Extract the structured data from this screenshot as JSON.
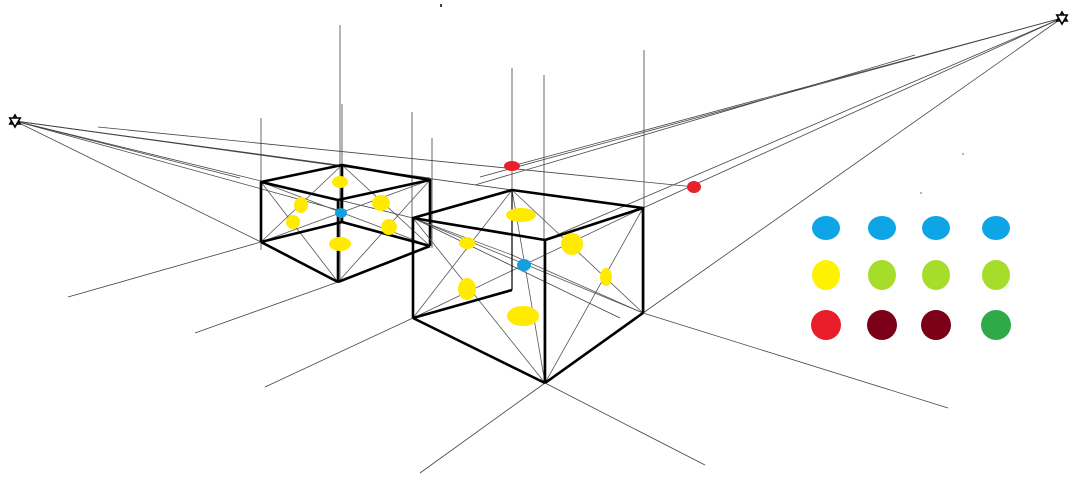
{
  "diagram": {
    "subject": "",
    "vanishing_points": [
      {
        "id": "left",
        "icon": "star-of-david-icon"
      },
      {
        "id": "right",
        "icon": "star-of-david-icon"
      }
    ],
    "boxes": [
      {
        "id": "small-box",
        "edge_color": "#000000"
      },
      {
        "id": "large-box",
        "edge_color": "#000000"
      }
    ],
    "marker_colors": {
      "yellow": "#ffea00",
      "blue": "#14a0e0",
      "red": "#e8202a"
    },
    "palette": [
      [
        "#0ea5e6",
        "#0ea5e6",
        "#0ea5e6",
        "#0ea5e6"
      ],
      [
        "#fff200",
        "#a6dd2a",
        "#a6dd2a",
        "#a6dd2a"
      ],
      [
        "#ea1d2a",
        "#7b0018",
        "#7b0018",
        "#2eaa48"
      ]
    ]
  }
}
